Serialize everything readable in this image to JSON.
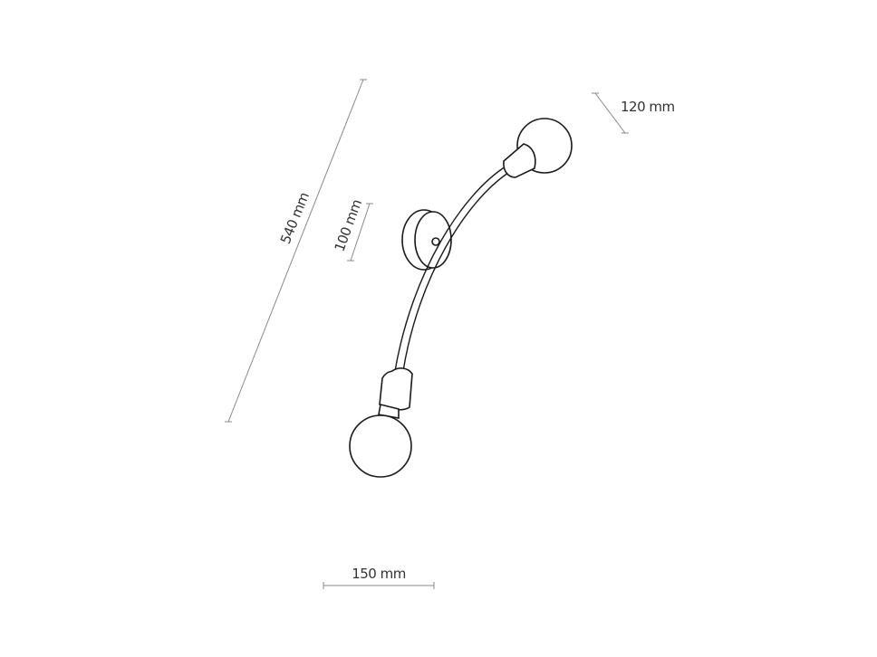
{
  "dimensions": {
    "length": "540 mm",
    "mount_diameter": "100 mm",
    "bulb_diameter": "120 mm",
    "width": "150 mm"
  },
  "colors": {
    "outline": "#1a1a1a",
    "dimension_line": "#8a8a8a",
    "text": "#333333",
    "background": "#ffffff"
  }
}
